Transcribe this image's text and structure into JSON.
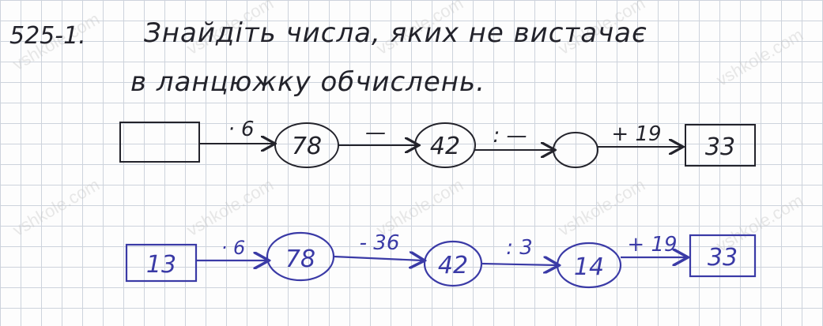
{
  "exercise": {
    "number": "525-1.",
    "task_line1": "Знайдіть числа, яких не вистачає",
    "task_line2": "в ланцюжку обчислень."
  },
  "top_chain": {
    "start": "",
    "op1": "· 6",
    "n1": "78",
    "op2": "—",
    "n2": "42",
    "op3": ": —",
    "n3": "",
    "op4": "+ 19",
    "result": "33"
  },
  "bottom_chain": {
    "start": "13",
    "op1": "· 6",
    "n1": "78",
    "op2": "- 36",
    "n2": "42",
    "op3": ": 3",
    "n3": "14",
    "op4": "+ 19",
    "result": "33"
  },
  "watermark": "vshkole.com",
  "colors": {
    "ink": "#23232b",
    "blue_ink": "#3a3aa6",
    "grid": "#cdd3dc"
  }
}
